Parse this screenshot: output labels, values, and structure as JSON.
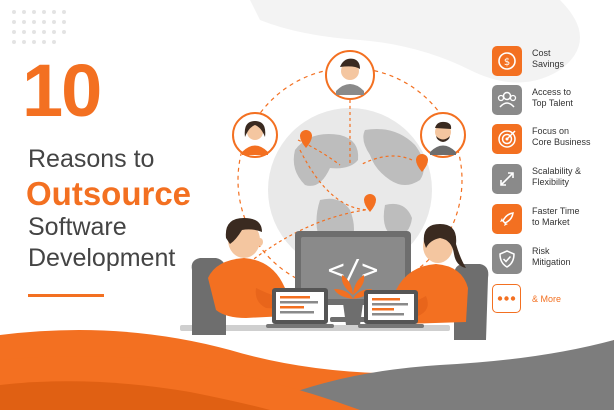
{
  "headline": {
    "number": "10",
    "line1": "Reasons to",
    "line2": "Outsource",
    "line3": "Software",
    "line4": "Development"
  },
  "benefits": [
    {
      "line1": "Cost",
      "line2": "Savings",
      "icon": "piggy-bank-icon",
      "style": "orange"
    },
    {
      "line1": "Access to",
      "line2": "Top Talent",
      "icon": "team-icon",
      "style": "gray"
    },
    {
      "line1": "Focus on",
      "line2": "Core Business",
      "icon": "target-icon",
      "style": "orange"
    },
    {
      "line1": "Scalability &",
      "line2": "Flexibility",
      "icon": "expand-arrows-icon",
      "style": "gray"
    },
    {
      "line1": "Faster Time",
      "line2": "to Market",
      "icon": "rocket-icon",
      "style": "orange"
    },
    {
      "line1": "Risk",
      "line2": "Mitigation",
      "icon": "shield-check-icon",
      "style": "gray"
    }
  ],
  "more": {
    "label": "& More",
    "icon": "more-dots-icon"
  },
  "colors": {
    "accent": "#f37021",
    "gray": "#8a8a8a",
    "dark": "#444444",
    "skin": "#f4c6a0",
    "hair": "#3a2a20"
  }
}
